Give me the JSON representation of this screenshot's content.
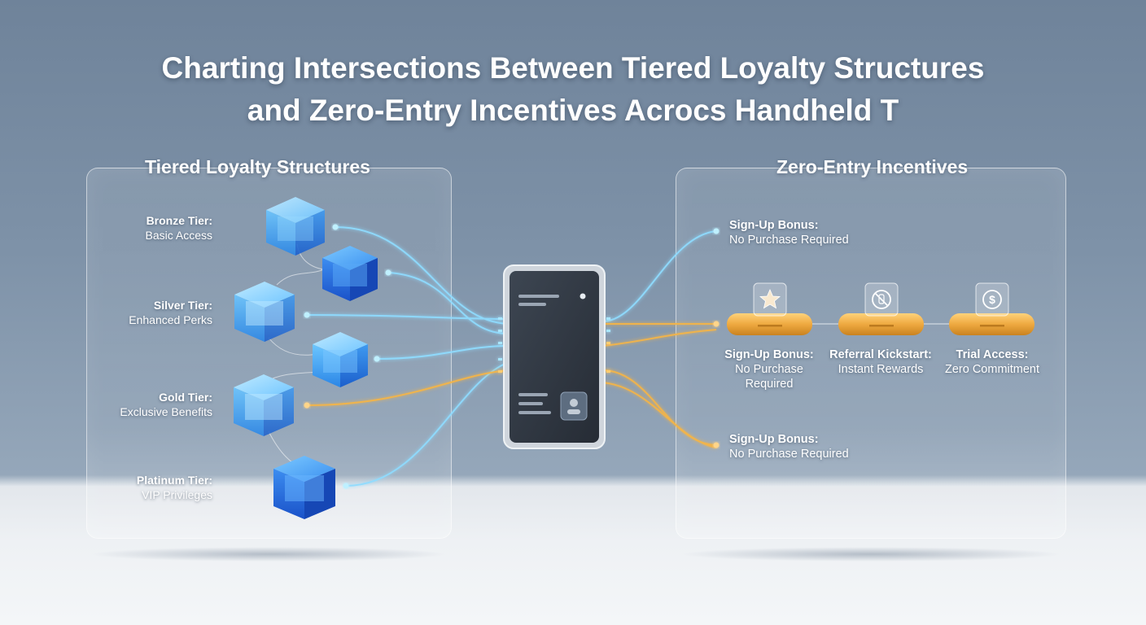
{
  "title": {
    "line1": "Charting Intersections Between Tiered Loyalty Structures",
    "line2": "and Zero-Entry Incentives Acrocs Handheld T"
  },
  "left_panel": {
    "heading": "Tiered Loyalty Structures",
    "tiers": [
      {
        "name": "Bronze Tier:",
        "desc": "Basic Access"
      },
      {
        "name": "Silver Tier:",
        "desc": "Enhanced Perks"
      },
      {
        "name": "Gold Tier:",
        "desc": "Exclusive Benefits"
      },
      {
        "name": "Platinum Tier:",
        "desc": "VIP Privileges"
      }
    ]
  },
  "right_panel": {
    "heading": "Zero-Entry Incentives",
    "top_item": {
      "name": "Sign-Up Bonus:",
      "desc": "No Purchase Required"
    },
    "bottom_item": {
      "name": "Sign-Up Bonus:",
      "desc": "No Purchase Required"
    },
    "incentives": [
      {
        "name": "Sign-Up Bonus:",
        "desc1": "No Purchase",
        "desc2": "Required",
        "icon": "star-icon"
      },
      {
        "name": "Referral Kickstart:",
        "desc1": "Instant Rewards",
        "desc2": "",
        "icon": "no-fee-icon"
      },
      {
        "name": "Trial Access:",
        "desc1": "Zero Commitment",
        "desc2": "",
        "icon": "dollar-coin-icon"
      }
    ]
  },
  "device": {
    "icon": "tablet-icon"
  },
  "colors": {
    "blue_flow": "#7fd3ff",
    "orange_flow": "#f5b547",
    "cube_blue": "#2f7de8",
    "cube_light": "#7fd0ff",
    "gold_button": "#e9a83a"
  }
}
